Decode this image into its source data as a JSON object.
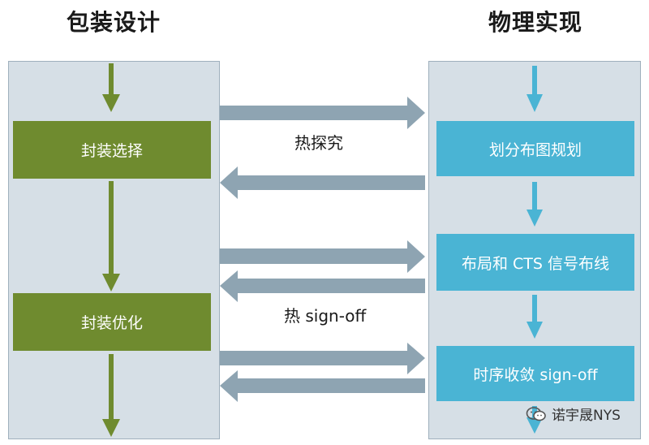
{
  "left_title": "包装设计",
  "right_title": "物理实现",
  "left_boxes": {
    "package_select": "封装选择",
    "package_optimize": "封装优化"
  },
  "right_boxes": {
    "floorplan": "划分布图规划",
    "placement_cts": "布局和 CTS 信号布线",
    "timing_signoff": "时序收敛 sign-off"
  },
  "mid_labels": {
    "thermal_explore": "热探究",
    "thermal_signoff": "热 sign-off"
  },
  "watermark": "诺宇晟NYS",
  "colors": {
    "green": "#6f8b2f",
    "blue": "#4ab4d4",
    "panel": "#d6dfe6",
    "gray_arrow": "#8ea4b2"
  }
}
